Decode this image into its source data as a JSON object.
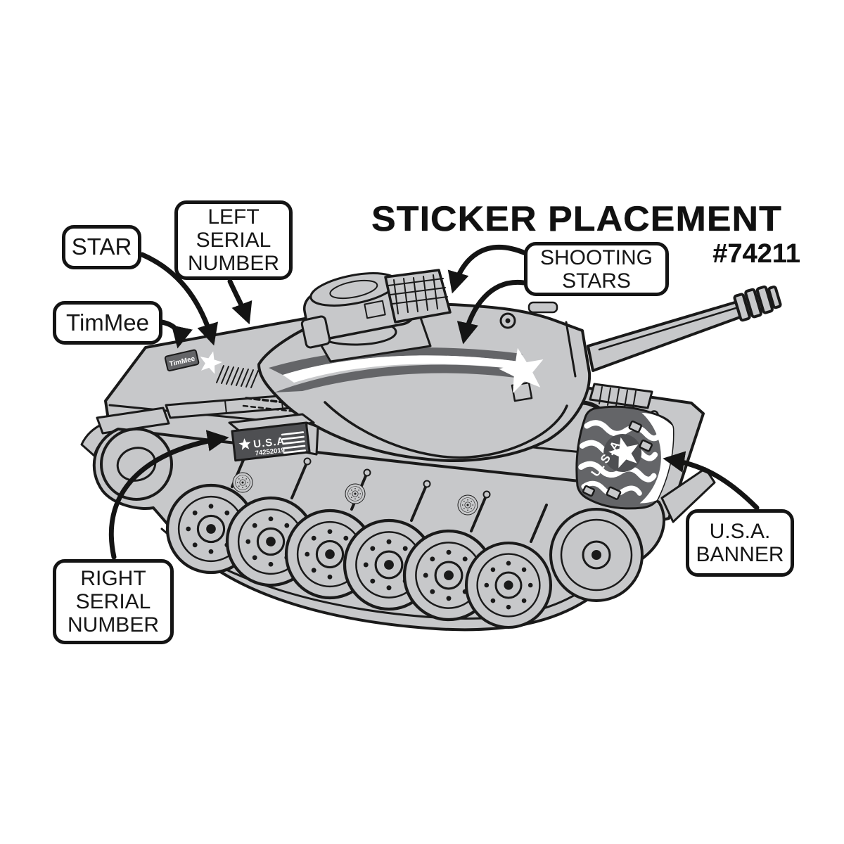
{
  "title": "STICKER PLACEMENT",
  "part_number": "#74211",
  "callouts": {
    "star": {
      "label_lines": [
        "STAR"
      ]
    },
    "left_serial": {
      "label_lines": [
        "LEFT",
        "SERIAL",
        "NUMBER"
      ]
    },
    "timmee": {
      "label_lines": [
        "TimMee"
      ]
    },
    "shooting_stars": {
      "label_lines": [
        "SHOOTING",
        "STARS"
      ]
    },
    "right_serial": {
      "label_lines": [
        "RIGHT",
        "SERIAL",
        "NUMBER"
      ]
    },
    "usa_banner": {
      "label_lines": [
        "U.S.A.",
        "BANNER"
      ]
    }
  },
  "stickers": {
    "serial_plate": {
      "brand": "U.S.A.",
      "number": "74252019"
    },
    "usa_banner": {
      "text": "U.S.A."
    },
    "timmee": {
      "text": "TimMee"
    }
  },
  "colors": {
    "background": "#ffffff",
    "tank_body": "#c7c8ca",
    "outline": "#1a1a1a",
    "decal_dark": "#646568",
    "decal_darker": "#4e4f52"
  }
}
